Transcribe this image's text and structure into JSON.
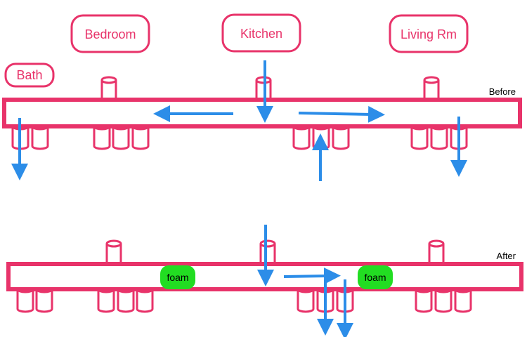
{
  "colors": {
    "duct": "#e8336a",
    "flow": "#2c8de8",
    "foam": "#22dd22",
    "text": "#e8336a",
    "state_text": "#000000"
  },
  "rooms": {
    "bath": "Bath",
    "bedroom": "Bedroom",
    "kitchen": "Kitchen",
    "living": "Living Rm"
  },
  "states": {
    "before": "Before",
    "after": "After"
  },
  "foam": {
    "left": "foam",
    "right": "foam"
  },
  "icons": [
    "flow-arrow-icon",
    "vent-icon"
  ]
}
